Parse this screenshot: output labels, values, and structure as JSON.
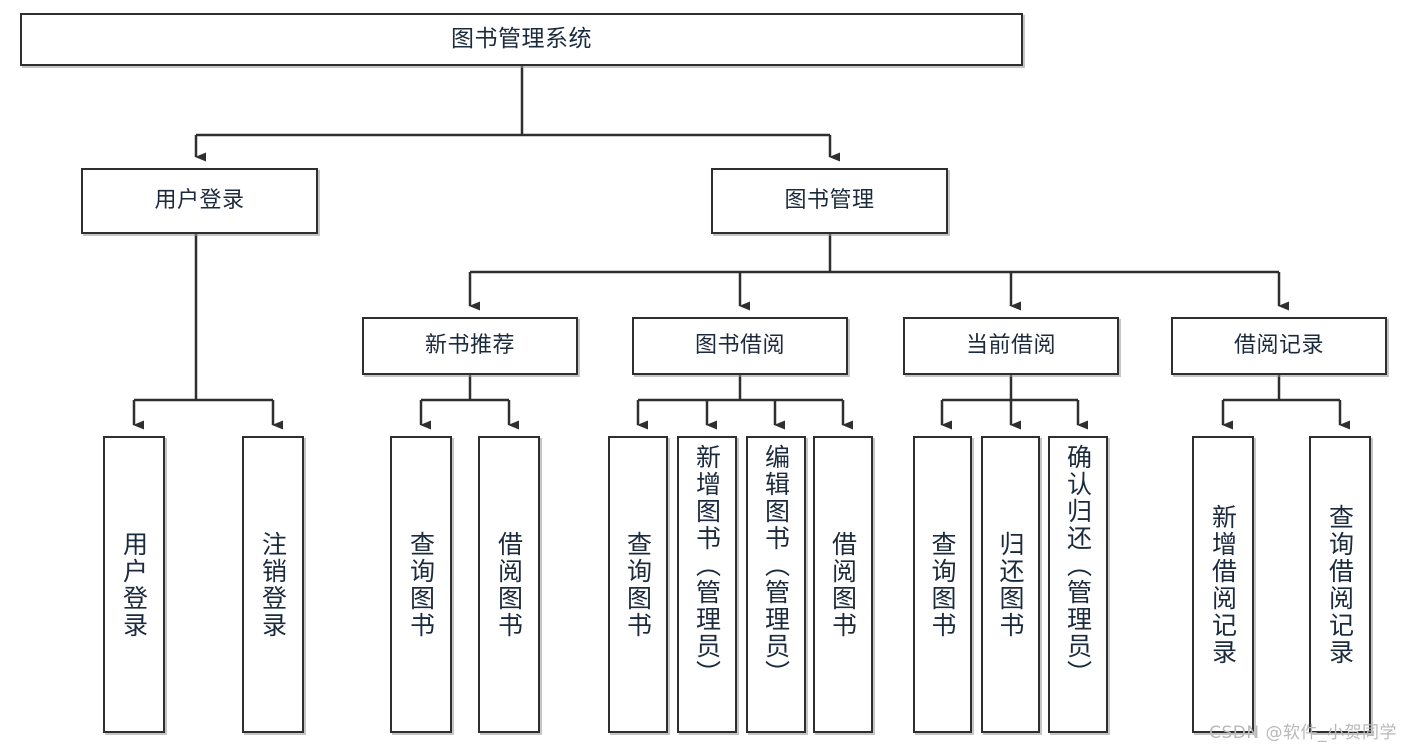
{
  "diagram": {
    "title": "图书管理系统",
    "type": "tree",
    "root": {
      "label": "图书管理系统"
    },
    "level2": [
      {
        "label": "用户登录"
      },
      {
        "label": "图书管理"
      }
    ],
    "level3": [
      {
        "label": "新书推荐"
      },
      {
        "label": "图书借阅"
      },
      {
        "label": "当前借阅"
      },
      {
        "label": "借阅记录"
      }
    ],
    "leaves": {
      "user_login": [
        {
          "label": "用户登录"
        },
        {
          "label": "注销登录"
        }
      ],
      "new_book_recommend": [
        {
          "label": "查询图书"
        },
        {
          "label": "借阅图书"
        }
      ],
      "book_borrow": [
        {
          "label": "查询图书"
        },
        {
          "label": "新增图书（管理员）"
        },
        {
          "label": "编辑图书（管理员）"
        },
        {
          "label": "借阅图书"
        }
      ],
      "current_borrow": [
        {
          "label": "查询图书"
        },
        {
          "label": "归还图书"
        },
        {
          "label": "确认归还（管理员）"
        }
      ],
      "borrow_record": [
        {
          "label": "新增借阅记录"
        },
        {
          "label": "查询借阅记录"
        }
      ]
    }
  },
  "watermark": {
    "text": "CSDN @软件_小贺同学"
  },
  "colors": {
    "box_border": "#2f2f2f",
    "box_fill": "#ffffff",
    "text": "#1b2a3d",
    "line": "#2f2f2f",
    "watermark": "#b9b9b9"
  }
}
